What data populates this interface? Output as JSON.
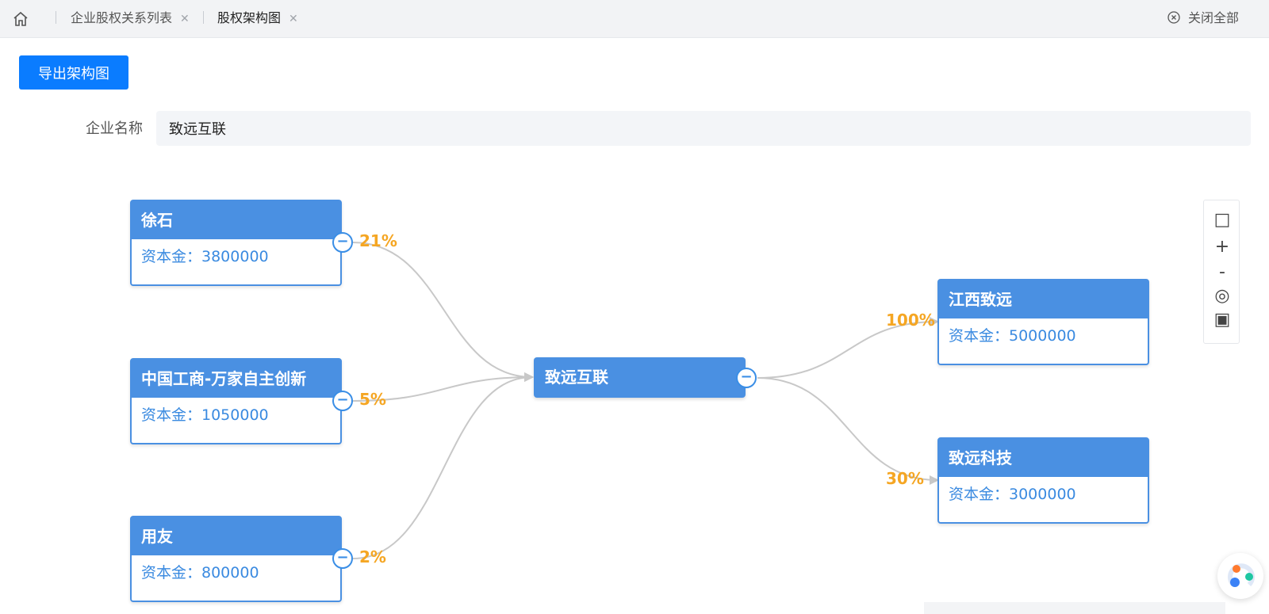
{
  "tabs": {
    "items": [
      {
        "label": "企业股权关系列表",
        "active": false
      },
      {
        "label": "股权架构图",
        "active": true
      }
    ],
    "close_all": "关闭全部"
  },
  "toolbar": {
    "export_label": "导出架构图"
  },
  "filter": {
    "company_label": "企业名称",
    "company_value": "致远互联"
  },
  "graph": {
    "center": {
      "name": "致远互联"
    },
    "shareholders": [
      {
        "name": "徐石",
        "capital_text": "资本金：3800000",
        "percent": "21%"
      },
      {
        "name": "中国工商-万家自主创新",
        "capital_text": "资本金：1050000",
        "percent": "5%"
      },
      {
        "name": "用友",
        "capital_text": "资本金：800000",
        "percent": "2%"
      }
    ],
    "subsidiaries": [
      {
        "name": "江西致远",
        "capital_text": "资本金：5000000",
        "percent": "100%"
      },
      {
        "name": "致远科技",
        "capital_text": "资本金：3000000",
        "percent": "30%"
      }
    ],
    "collapse_symbol": "−"
  },
  "zoom_tools": {
    "fit": "□",
    "zoom_in": "+",
    "zoom_out": "-",
    "reset": "◎",
    "actual_size": "▣"
  },
  "colors": {
    "primary": "#0a7cff",
    "node_blue": "#4a90e2",
    "percent_orange": "#f5a623",
    "edge_gray": "#c8c8c8"
  }
}
